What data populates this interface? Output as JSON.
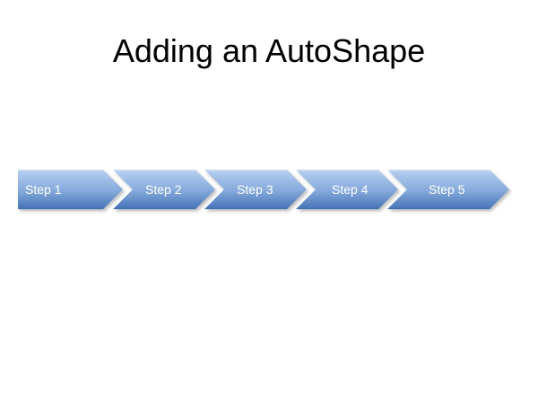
{
  "slide": {
    "title": "Adding an AutoShape",
    "title_color": "#000000",
    "background_color": "#ffffff"
  },
  "process_arrows": {
    "description": "five-step horizontal chevron process",
    "steps": [
      {
        "label": "Step 1",
        "shape": "pentagon-arrow"
      },
      {
        "label": "Step 2",
        "shape": "chevron-arrow"
      },
      {
        "label": "Step 3",
        "shape": "chevron-arrow"
      },
      {
        "label": "Step 4",
        "shape": "chevron-arrow"
      },
      {
        "label": "Step 5",
        "shape": "chevron-arrow"
      }
    ],
    "label_color": "#ffffff",
    "fill_gradient": {
      "highlight": "#cddcf4",
      "top": "#b2cbee",
      "mid": "#83a8da",
      "bottom": "#4a78ba",
      "edge": "#3f6ba6"
    },
    "shadow_color": "#8c8c8c"
  }
}
